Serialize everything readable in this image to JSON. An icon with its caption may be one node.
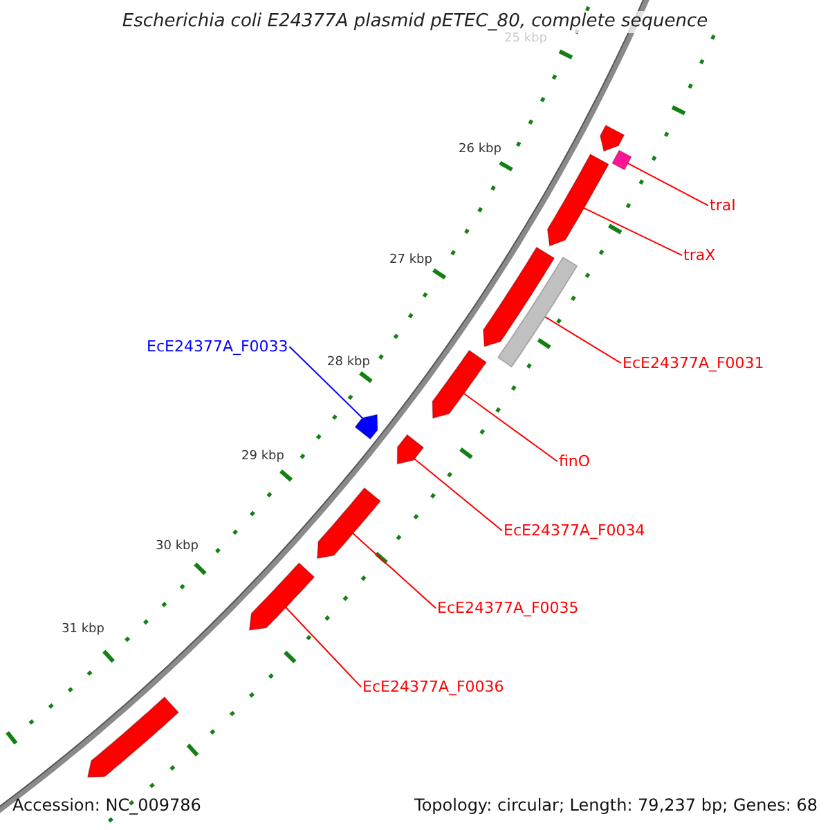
{
  "diagram": {
    "title": "Escherichia coli E24377A plasmid pETEC_80, complete sequence",
    "nodes": [
      {
        "text": [
          "traI"
        ]
      },
      {
        "text": [],
        "shape": "box"
      },
      {
        "text": [
          "traX"
        ]
      },
      {
        "text": [],
        "shape": "arrow"
      },
      {
        "text": [
          "EcE24377A_F0031"
        ]
      },
      {
        "text": [],
        "shape": "bar"
      },
      {
        "text": [
          "EcE24377A_F0033"
        ]
      },
      {
        "text": [],
        "shape": "pentagon"
      },
      {
        "text": [
          "finO"
        ]
      },
      {
        "text": [],
        "shape": "arrow"
      },
      {
        "text": [
          "EcE24377A_F0034"
        ]
      },
      {
        "text": [],
        "shape": "arrow"
      },
      {
        "text": [
          "EcE24377A_F0035"
        ]
      },
      {
        "text": [],
        "shape": "arrow"
      },
      {
        "text": [
          "EcE24377A_F0036"
        ]
      },
      {
        "text": [],
        "shape": "arrow"
      },
      {
        "text": [],
        "shape": "arrow"
      },
      {
        "text": [],
        "shape": "arrow"
      },
      {
        "text": [],
        "shape": "arrow"
      }
    ],
    "edges": [
      {
        "from": 0,
        "to": 1,
        "arrow": "none"
      },
      {
        "from": 2,
        "to": 3,
        "arrow": "none"
      },
      {
        "from": 4,
        "to": 5,
        "arrow": "none"
      },
      {
        "from": 6,
        "to": 7,
        "arrow": "none",
        "color": "#0000ff"
      },
      {
        "from": 8,
        "to": 9,
        "arrow": "none"
      },
      {
        "from": 10,
        "to": 11,
        "arrow": "none"
      },
      {
        "from": 12,
        "to": 13,
        "arrow": "none"
      },
      {
        "from": 14,
        "to": 15,
        "arrow": "none"
      }
    ],
    "labels": [
      "25 kbp",
      "26 kbp",
      "27 kbp",
      "28 kbp",
      "29 kbp",
      "30 kbp",
      "31 kbp",
      "Accession: NC_009786",
      "Topology: circular; Length: 79,237 bp; Genes: 68"
    ]
  }
}
